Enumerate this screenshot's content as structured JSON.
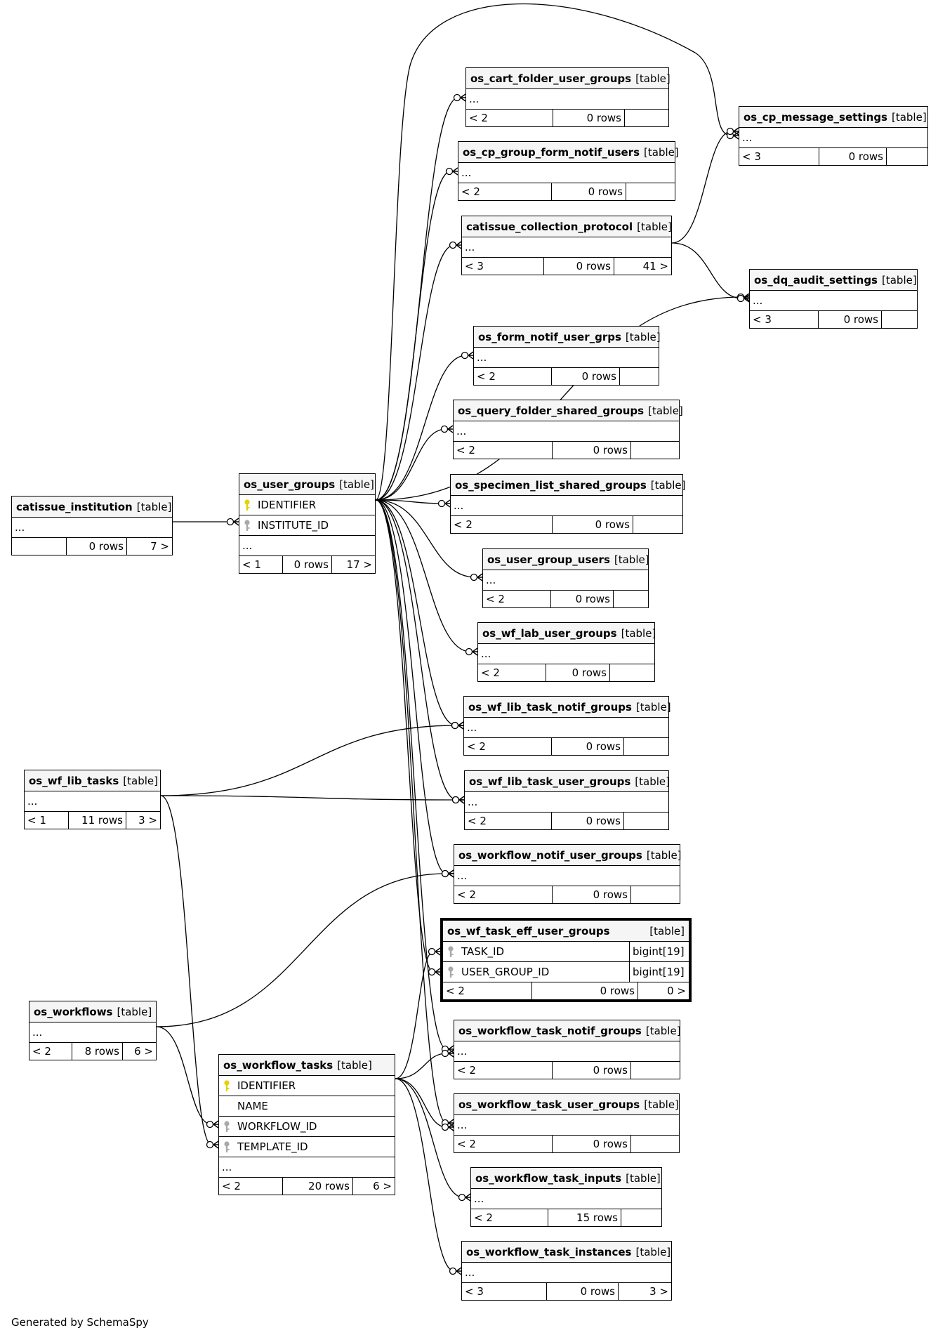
{
  "generator": "Generated by SchemaSpy",
  "tables": [
    {
      "id": "catissue_institution",
      "name": "catissue_institution",
      "type": "[table]",
      "rows_list": [],
      "ellipsis": "...",
      "parents": "",
      "rows": "0 rows",
      "children": "7 >"
    },
    {
      "id": "os_user_groups",
      "name": "os_user_groups",
      "type": "[table]",
      "rows_list": [
        {
          "key": "pk",
          "col": "IDENTIFIER"
        },
        {
          "key": "fk",
          "col": "INSTITUTE_ID"
        }
      ],
      "ellipsis": "...",
      "parents": "< 1",
      "rows": "0 rows",
      "children": "17 >"
    },
    {
      "id": "os_cart_folder_user_groups",
      "name": "os_cart_folder_user_groups",
      "type": "[table]",
      "rows_list": [],
      "ellipsis": "...",
      "parents": "< 2",
      "rows": "0 rows",
      "children": ""
    },
    {
      "id": "os_cp_group_form_notif_users",
      "name": "os_cp_group_form_notif_users",
      "type": "[table]",
      "rows_list": [],
      "ellipsis": "...",
      "parents": "< 2",
      "rows": "0 rows",
      "children": ""
    },
    {
      "id": "catissue_collection_protocol",
      "name": "catissue_collection_protocol",
      "type": "[table]",
      "rows_list": [],
      "ellipsis": "...",
      "parents": "< 3",
      "rows": "0 rows",
      "children": "41 >"
    },
    {
      "id": "os_cp_message_settings",
      "name": "os_cp_message_settings",
      "type": "[table]",
      "rows_list": [],
      "ellipsis": "...",
      "parents": "< 3",
      "rows": "0 rows",
      "children": ""
    },
    {
      "id": "os_dq_audit_settings",
      "name": "os_dq_audit_settings",
      "type": "[table]",
      "rows_list": [],
      "ellipsis": "...",
      "parents": "< 3",
      "rows": "0 rows",
      "children": ""
    },
    {
      "id": "os_form_notif_user_grps",
      "name": "os_form_notif_user_grps",
      "type": "[table]",
      "rows_list": [],
      "ellipsis": "...",
      "parents": "< 2",
      "rows": "0 rows",
      "children": ""
    },
    {
      "id": "os_query_folder_shared_groups",
      "name": "os_query_folder_shared_groups",
      "type": "[table]",
      "rows_list": [],
      "ellipsis": "...",
      "parents": "< 2",
      "rows": "0 rows",
      "children": ""
    },
    {
      "id": "os_specimen_list_shared_groups",
      "name": "os_specimen_list_shared_groups",
      "type": "[table]",
      "rows_list": [],
      "ellipsis": "...",
      "parents": "< 2",
      "rows": "0 rows",
      "children": ""
    },
    {
      "id": "os_user_group_users",
      "name": "os_user_group_users",
      "type": "[table]",
      "rows_list": [],
      "ellipsis": "...",
      "parents": "< 2",
      "rows": "0 rows",
      "children": ""
    },
    {
      "id": "os_wf_lab_user_groups",
      "name": "os_wf_lab_user_groups",
      "type": "[table]",
      "rows_list": [],
      "ellipsis": "...",
      "parents": "< 2",
      "rows": "0 rows",
      "children": ""
    },
    {
      "id": "os_wf_lib_task_notif_groups",
      "name": "os_wf_lib_task_notif_groups",
      "type": "[table]",
      "rows_list": [],
      "ellipsis": "...",
      "parents": "< 2",
      "rows": "0 rows",
      "children": ""
    },
    {
      "id": "os_wf_lib_tasks",
      "name": "os_wf_lib_tasks",
      "type": "[table]",
      "rows_list": [],
      "ellipsis": "...",
      "parents": "< 1",
      "rows": "11 rows",
      "children": "3 >"
    },
    {
      "id": "os_wf_lib_task_user_groups",
      "name": "os_wf_lib_task_user_groups",
      "type": "[table]",
      "rows_list": [],
      "ellipsis": "...",
      "parents": "< 2",
      "rows": "0 rows",
      "children": ""
    },
    {
      "id": "os_workflow_notif_user_groups",
      "name": "os_workflow_notif_user_groups",
      "type": "[table]",
      "rows_list": [],
      "ellipsis": "...",
      "parents": "< 2",
      "rows": "0 rows",
      "children": ""
    },
    {
      "id": "os_wf_task_eff_user_groups",
      "name": "os_wf_task_eff_user_groups",
      "type": "[table]",
      "focus": true,
      "rows_list": [
        {
          "key": "fk",
          "col": "TASK_ID",
          "dtype": "bigint[19]"
        },
        {
          "key": "fk",
          "col": "USER_GROUP_ID",
          "dtype": "bigint[19]"
        }
      ],
      "ellipsis": "",
      "parents": "< 2",
      "rows": "0 rows",
      "children": "0 >"
    },
    {
      "id": "os_workflows",
      "name": "os_workflows",
      "type": "[table]",
      "rows_list": [],
      "ellipsis": "...",
      "parents": "< 2",
      "rows": "8 rows",
      "children": "6 >"
    },
    {
      "id": "os_workflow_tasks",
      "name": "os_workflow_tasks",
      "type": "[table]",
      "rows_list": [
        {
          "key": "pk",
          "col": "IDENTIFIER"
        },
        {
          "key": "",
          "col": "NAME"
        },
        {
          "key": "fk",
          "col": "WORKFLOW_ID"
        },
        {
          "key": "fk",
          "col": "TEMPLATE_ID"
        }
      ],
      "ellipsis": "...",
      "parents": "< 2",
      "rows": "20 rows",
      "children": "6 >"
    },
    {
      "id": "os_workflow_task_notif_groups",
      "name": "os_workflow_task_notif_groups",
      "type": "[table]",
      "rows_list": [],
      "ellipsis": "...",
      "parents": "< 2",
      "rows": "0 rows",
      "children": ""
    },
    {
      "id": "os_workflow_task_user_groups",
      "name": "os_workflow_task_user_groups",
      "type": "[table]",
      "rows_list": [],
      "ellipsis": "...",
      "parents": "< 2",
      "rows": "0 rows",
      "children": ""
    },
    {
      "id": "os_workflow_task_inputs",
      "name": "os_workflow_task_inputs",
      "type": "[table]",
      "rows_list": [],
      "ellipsis": "...",
      "parents": "< 2",
      "rows": "15 rows",
      "children": ""
    },
    {
      "id": "os_workflow_task_instances",
      "name": "os_workflow_task_instances",
      "type": "[table]",
      "rows_list": [],
      "ellipsis": "...",
      "parents": "< 3",
      "rows": "0 rows",
      "children": "3 >"
    }
  ],
  "relationships": [
    {
      "from": "catissue_institution",
      "to": "os_user_groups"
    },
    {
      "from": "os_user_groups",
      "to": "os_cart_folder_user_groups"
    },
    {
      "from": "os_user_groups",
      "to": "os_cp_group_form_notif_users"
    },
    {
      "from": "os_user_groups",
      "to": "catissue_collection_protocol"
    },
    {
      "from": "os_user_groups",
      "to": "os_cp_message_settings"
    },
    {
      "from": "os_user_groups",
      "to": "os_dq_audit_settings"
    },
    {
      "from": "os_user_groups",
      "to": "os_form_notif_user_grps"
    },
    {
      "from": "os_user_groups",
      "to": "os_query_folder_shared_groups"
    },
    {
      "from": "os_user_groups",
      "to": "os_specimen_list_shared_groups"
    },
    {
      "from": "os_user_groups",
      "to": "os_user_group_users"
    },
    {
      "from": "os_user_groups",
      "to": "os_wf_lab_user_groups"
    },
    {
      "from": "os_user_groups",
      "to": "os_wf_lib_task_notif_groups"
    },
    {
      "from": "os_user_groups",
      "to": "os_wf_lib_task_user_groups"
    },
    {
      "from": "os_user_groups",
      "to": "os_workflow_notif_user_groups"
    },
    {
      "from": "os_user_groups",
      "to": "os_wf_task_eff_user_groups"
    },
    {
      "from": "os_user_groups",
      "to": "os_workflow_task_notif_groups"
    },
    {
      "from": "os_user_groups",
      "to": "os_workflow_task_user_groups"
    },
    {
      "from": "catissue_collection_protocol",
      "to": "os_cp_message_settings"
    },
    {
      "from": "catissue_collection_protocol",
      "to": "os_dq_audit_settings"
    },
    {
      "from": "os_wf_lib_tasks",
      "to": "os_wf_lib_task_notif_groups"
    },
    {
      "from": "os_wf_lib_tasks",
      "to": "os_wf_lib_task_user_groups"
    },
    {
      "from": "os_wf_lib_tasks",
      "to": "os_workflow_tasks"
    },
    {
      "from": "os_workflows",
      "to": "os_workflow_notif_user_groups"
    },
    {
      "from": "os_workflows",
      "to": "os_workflow_tasks"
    },
    {
      "from": "os_workflow_tasks",
      "to": "os_wf_task_eff_user_groups"
    },
    {
      "from": "os_workflow_tasks",
      "to": "os_workflow_task_notif_groups"
    },
    {
      "from": "os_workflow_tasks",
      "to": "os_workflow_task_user_groups"
    },
    {
      "from": "os_workflow_tasks",
      "to": "os_workflow_task_inputs"
    },
    {
      "from": "os_workflow_tasks",
      "to": "os_workflow_task_instances"
    }
  ]
}
